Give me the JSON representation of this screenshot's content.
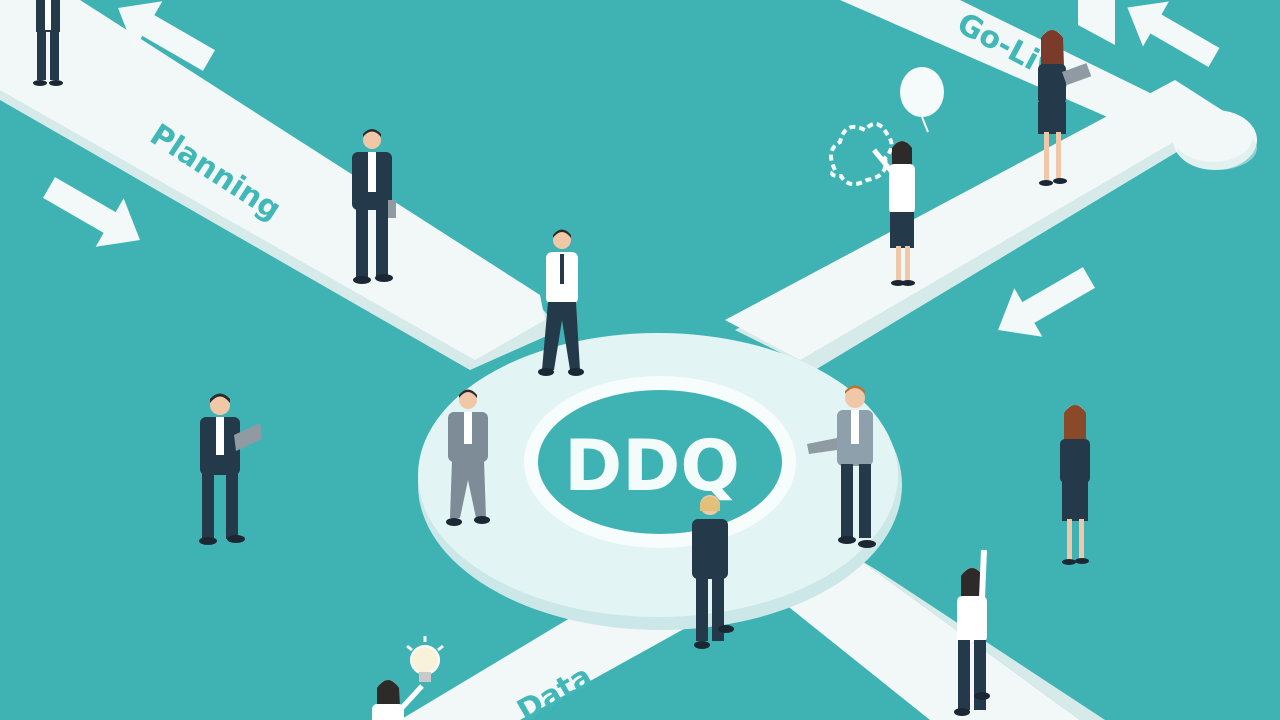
{
  "hub": {
    "label": "DDQ"
  },
  "roads": {
    "planning": "Planning",
    "go_live": "Go-Live",
    "data": "Data"
  },
  "colors": {
    "background": "#3fb3b4",
    "road": "#f2f8f8",
    "road_edge": "#d7eaea",
    "ring": "#dff2f2",
    "hub_center": "#3fb3b4",
    "suit_dark": "#24394a",
    "suit_grey": "#7e8c98",
    "shirt": "#ffffff",
    "skin": "#f0c8a8",
    "hair": "#2e2a2a"
  },
  "icons": [
    "arrow-icon",
    "lightbulb-icon",
    "balloon-icon",
    "cloud-sketch-icon"
  ]
}
